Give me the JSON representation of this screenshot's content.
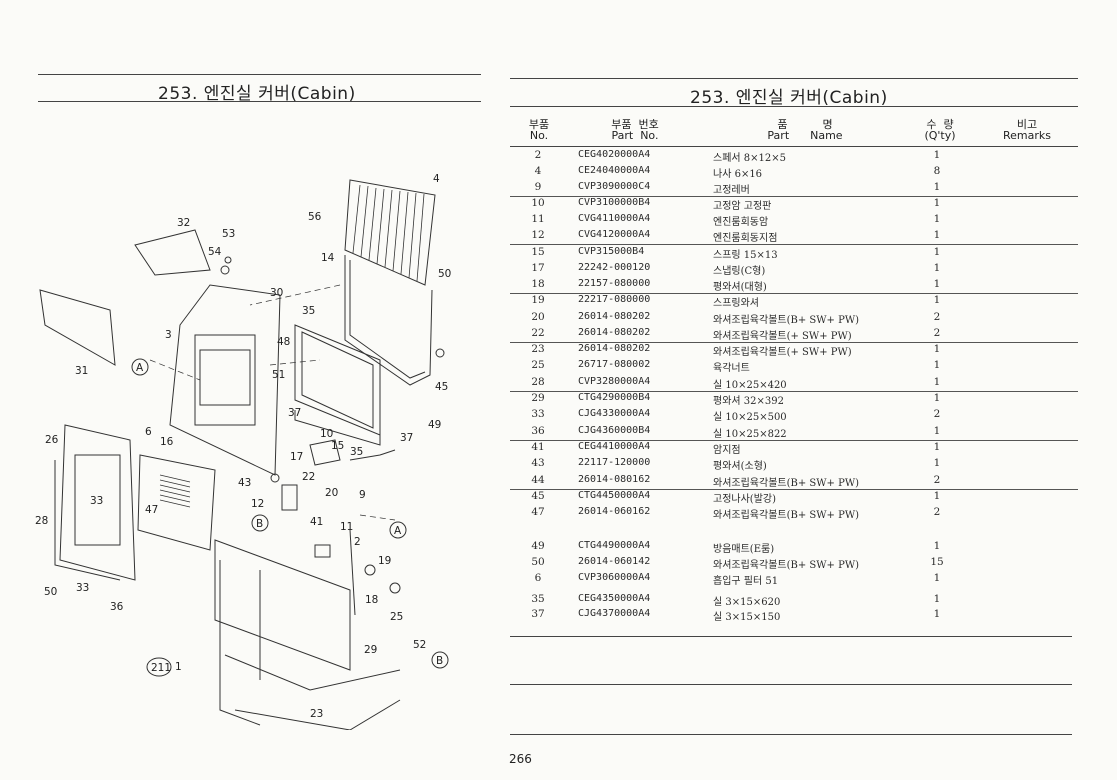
{
  "left_title": "253. 엔진실 커버(Cabin)",
  "right_title": "253. 엔진실 커버(Cabin)",
  "headers": {
    "no_ko": "부품",
    "no_en": "No.",
    "pn_ko": "부품  번호",
    "pn_en": "Part  No.",
    "name_ko": "품          명",
    "name_en": "Part      Name",
    "qty_ko": "수  량",
    "qty_en": "(Q'ty)",
    "rem_ko": "비고",
    "rem_en": "Remarks"
  },
  "parts": [
    {
      "no": "2",
      "part_no": "CEG4020000A4",
      "name": "스페서 8×12×5",
      "qty": "1"
    },
    {
      "no": "4",
      "part_no": "CE24040000A4",
      "name": "나사 6×16",
      "qty": "8"
    },
    {
      "no": "9",
      "part_no": "CVP3090000C4",
      "name": "고정레버",
      "qty": "1"
    },
    {
      "no": "10",
      "part_no": "CVP3100000B4",
      "name": "고정암 고정판",
      "qty": "1"
    },
    {
      "no": "11",
      "part_no": "CVG4110000A4",
      "name": "엔진룸회동암",
      "qty": "1"
    },
    {
      "no": "12",
      "part_no": "CVG4120000A4",
      "name": "엔진룸회동지점",
      "qty": "1"
    },
    {
      "no": "15",
      "part_no": "CVP315000B4",
      "name": "스프링 15×13",
      "qty": "1"
    },
    {
      "no": "17",
      "part_no": "22242-000120",
      "name": "스냅링(C형)",
      "qty": "1"
    },
    {
      "no": "18",
      "part_no": "22157-080000",
      "name": "평와셔(대형)",
      "qty": "1"
    },
    {
      "no": "19",
      "part_no": "22217-080000",
      "name": "스프링와셔",
      "qty": "1"
    },
    {
      "no": "20",
      "part_no": "26014-080202",
      "name": "와셔조립육각볼트(B+ SW+ PW)",
      "qty": "2"
    },
    {
      "no": "22",
      "part_no": "26014-080202",
      "name": "와셔조립육각볼트(+ SW+ PW)",
      "qty": "2"
    },
    {
      "no": "23",
      "part_no": "26014-080202",
      "name": "와셔조립육각볼트(+ SW+ PW)",
      "qty": "1"
    },
    {
      "no": "25",
      "part_no": "26717-080002",
      "name": "육각너트",
      "qty": "1"
    },
    {
      "no": "28",
      "part_no": "CVP3280000A4",
      "name": "실 10×25×420",
      "qty": "1"
    },
    {
      "no": "29",
      "part_no": "CTG4290000B4",
      "name": "평와셔 32×392",
      "qty": "1"
    },
    {
      "no": "33",
      "part_no": "CJG4330000A4",
      "name": "실 10×25×500",
      "qty": "2"
    },
    {
      "no": "36",
      "part_no": "CJG4360000B4",
      "name": "실 10×25×822",
      "qty": "1"
    },
    {
      "no": "41",
      "part_no": "CEG4410000A4",
      "name": "암지점",
      "qty": "1"
    },
    {
      "no": "43",
      "part_no": "22117-120000",
      "name": "평와셔(소형)",
      "qty": "1"
    },
    {
      "no": "44",
      "part_no": "26014-080162",
      "name": "와셔조립육각볼트(B+ SW+ PW)",
      "qty": "2"
    },
    {
      "no": "45",
      "part_no": "CTG4450000A4",
      "name": "고정나사(발강)",
      "qty": "1"
    },
    {
      "no": "47",
      "part_no": "26014-060162",
      "name": "와셔조립육각볼트(B+ SW+ PW)",
      "qty": "2"
    },
    {
      "no": "49",
      "part_no": "CTG4490000A4",
      "name": "방음매트(E룸)",
      "qty": "1"
    },
    {
      "no": "50",
      "part_no": "26014-060142",
      "name": "와셔조립육각볼트(B+ SW+ PW)",
      "qty": "15"
    },
    {
      "no": "6",
      "part_no": "CVP3060000A4",
      "name": "흡입구 필터 51",
      "qty": "1"
    },
    {
      "no": "35",
      "part_no": "CEG4350000A4",
      "name": "실 3×15×620",
      "qty": "1"
    },
    {
      "no": "37",
      "part_no": "CJG4370000A4",
      "name": "실 3×15×150",
      "qty": "1"
    }
  ],
  "diagram_labels": [
    "4",
    "56",
    "32",
    "53",
    "54",
    "50",
    "14",
    "30",
    "35",
    "3",
    "48",
    "31",
    "A",
    "51",
    "45",
    "37",
    "49",
    "37",
    "26",
    "6",
    "16",
    "10",
    "15",
    "17",
    "35",
    "22",
    "43",
    "20",
    "9",
    "12",
    "B",
    "41",
    "11",
    "2",
    "A",
    "33",
    "47",
    "28",
    "19",
    "18",
    "25",
    "50",
    "33",
    "36",
    "52",
    "211",
    "1",
    "29",
    "B",
    "23"
  ],
  "page_number": "266"
}
